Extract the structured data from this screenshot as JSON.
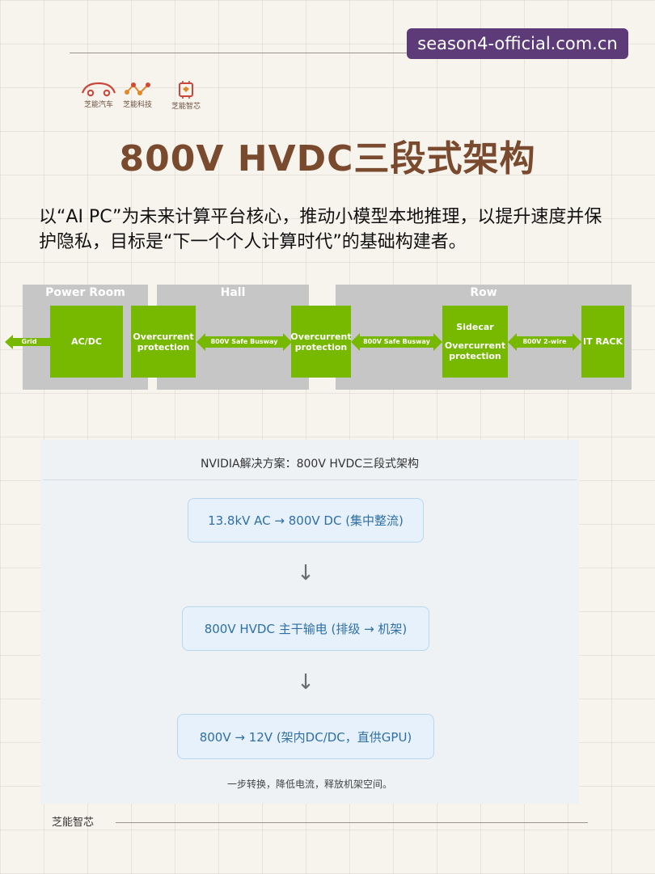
{
  "watermark": "season4-official.com.cn",
  "logos": [
    {
      "label": "芝能汽车"
    },
    {
      "label": "芝能科技"
    },
    {
      "label": "芝能智芯"
    }
  ],
  "title": "800V HVDC三段式架构",
  "intro": "以“AI PC”为未来计算平台核心，推动小模型本地推理，以提升速度并保护隐私，目标是“下一个个人计算时代”的基础构建者。",
  "diagram": {
    "zones": {
      "power_room": "Power Room",
      "hall": "Hall",
      "row": "Row"
    },
    "grid": "Grid",
    "acdc": "AC/DC",
    "overcurrent_1": "Overcurrent protection",
    "busway_1": "800V Safe Busway",
    "overcurrent_2": "Overcurrent protection",
    "busway_2": "800V Safe Busway",
    "sidecar": "Sidecar",
    "sidecar_overcurrent": "Overcurrent protection",
    "two_wire": "800V 2-wire",
    "it_rack": "IT RACK",
    "colors": {
      "green": "#76b900",
      "zone_gray": "#c6c6c6"
    }
  },
  "panel": {
    "title": "NVIDIA解决方案：800V HVDC三段式架构",
    "steps": [
      "13.8kV AC → 800V DC (集中整流)",
      "800V HVDC 主干输电 (排级 → 机架)",
      "800V → 12V (架内DC/DC，直供GPU)"
    ],
    "arrow": "↓",
    "note": "一步转换，降低电流，释放机架空间。"
  },
  "footer": {
    "brand": "芝能智芯"
  }
}
